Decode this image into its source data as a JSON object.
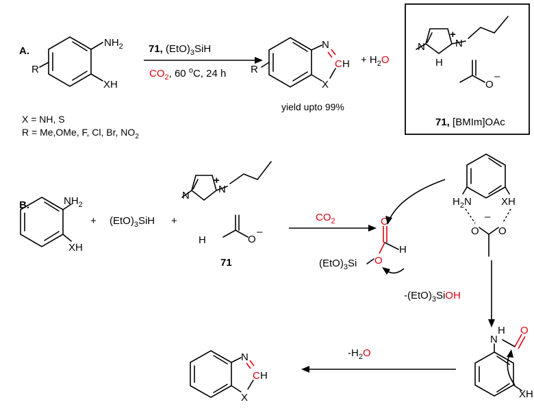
{
  "labels": {
    "partA": "A.",
    "partB": "B.",
    "nh2": "NH",
    "nh2_sub": "2",
    "xh": "XH",
    "r": "R",
    "catalyst_num": "71,",
    "silane": "(EtO)",
    "silane_sub": "3",
    "silane_end": "SiH",
    "co2": "CO",
    "co2_sub": "2",
    "conditions": ", 60 ",
    "deg": "o",
    "conditions_end": "C, 24 h",
    "n": "N",
    "c": "C",
    "h": "H",
    "x": "X",
    "plus_h2o": "+ H",
    "h2o_sub": "2",
    "o": "O",
    "yield": "yield upto 99%",
    "x_def": "X = NH, S",
    "r_def": "R = Me,OMe, F, Cl, Br, NO",
    "r_def_sub": "2",
    "box_label_num": "71,",
    "box_label": " [BMIm]OAc",
    "plus": "+",
    "minus": "–",
    "cat71": "71",
    "si_label": "(EtO)",
    "si_sub": "3",
    "si_end": "Si",
    "si_oh": "-(EtO)",
    "si_oh_sub": "3",
    "si_oh_end": "Si",
    "oh": "OH",
    "minus_h2o": "-H",
    "h2o_sub2": "2",
    "h2n": "H",
    "h2n_sub": "2",
    "h2n_n": "N",
    "nh": "H",
    "xh2": "XH"
  }
}
